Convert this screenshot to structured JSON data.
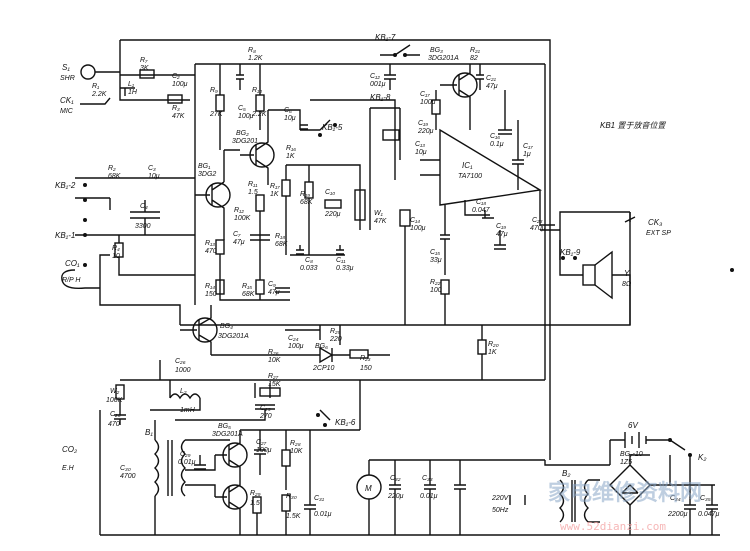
{
  "title": "KB1 置于放音位置",
  "inputs": {
    "s1": "S₁",
    "s1b": "SHR",
    "ck1": "CK₁",
    "ck1b": "MIC",
    "kb12": "KB₁-2",
    "kb11": "KB₁-1",
    "co1": "CO₁",
    "co1b": "R/P H",
    "co2": "CO₂",
    "co2b": "E.H"
  },
  "top_switch": "KB₁-7",
  "labels": {
    "r7": "R₇",
    "r7v": "3K",
    "r1": "R₁",
    "r1v": "2.2K",
    "l1": "L₁",
    "l1v": "1H",
    "c2": "C₂",
    "c2v": "100μ",
    "r3": "R₃",
    "r3v": "47K",
    "r2": "R₂",
    "r2v": "68K",
    "c3": "C₃",
    "c3v": "10μ",
    "c4": "C₄",
    "c4v": "3300",
    "r4": "R₄",
    "r4v": "10",
    "r8": "R₈",
    "r8v": "1.2K",
    "r9": "R₉",
    "r9v": "27K",
    "c5": "C₅",
    "c5v": "100μ",
    "r10": "R₁₀",
    "r10v": "2.2K",
    "bg1": "BG₁",
    "bg1v": "3DG2",
    "bg2": "BG₂",
    "bg2v": "3DG201",
    "c6": "C₆",
    "c6v": "10μ",
    "r11": "R₁₁",
    "r11v": "1.5",
    "r12": "R₁₂",
    "r12v": "100K",
    "r13": "R₁₃",
    "r13v": "470",
    "c7": "C₇",
    "c7v": "47μ",
    "r14": "R₁₄",
    "r14v": "150",
    "r15": "R₁₅",
    "r15v": "68K",
    "c9": "C₉",
    "c9v": "47μ",
    "kb15": "KB₁-5",
    "kb18": "KB₁-8",
    "r16": "R₁₆",
    "r16v": "1K",
    "r17": "R₁₇",
    "r17v": "1K",
    "r18": "R₁₈",
    "r18v": "68K",
    "r19": "R₁₉",
    "r19v": "68K",
    "c10": "C₁₀",
    "c10v": "220μ",
    "c8": "C₈",
    "c8v": "0.033",
    "c11": "C₁₁",
    "c11v": "0.33μ",
    "w1": "W₁",
    "w1v": "47K",
    "c12": "C₁₂",
    "c12v": "001μ",
    "bg3": "BG₃",
    "bg3v": "3DG201A",
    "r21": "R₂₁",
    "r21v": "82",
    "c17": "C₁₇",
    "c17v": "100μ",
    "c19": "C₁₉",
    "c19v": "220μ",
    "c21": "C₂₁",
    "c21v": "47μ",
    "c16": "C₁₆",
    "c16v": "0.1μ",
    "c7b": "C₁₇",
    "c7bv": "1μ",
    "c13": "C₁₃",
    "c13v": "10μ",
    "ic1": "IC₁",
    "ic1v": "TA7100",
    "c14": "C₁₄",
    "c14v": "100μ",
    "c18": "C₁₈",
    "c18v": "0.047",
    "c19b": "C₁₉",
    "c19bv": "47μ",
    "c15": "C₁₅",
    "c15v": "33μ",
    "r22": "R₂₂",
    "r22v": "100",
    "c23": "C₂₃",
    "c23v": "470μ",
    "kb19": "KB₁-9",
    "ck3": "CK₃",
    "ck3b": "EXT SP",
    "y": "Y",
    "yv": "8Ω",
    "bg4": "BG₄",
    "bg4v": "3DG201A",
    "c24": "C₂₄",
    "c24v": "100μ",
    "r25": "R₂₅",
    "r25v": "220",
    "r20": "R₂₀",
    "r20v": "1K",
    "c26": "C₂₆",
    "c26v": "1000",
    "r26": "R₂₆",
    "r26v": "10K",
    "bg6": "BG₆",
    "bg6v": "2CP10",
    "r23": "R₂₃",
    "r23v": "150",
    "w2": "W₂",
    "w2v": "100K",
    "c28": "C₂₈",
    "c28v": "470",
    "r27": "R₂₇",
    "r27v": "15K",
    "c25": "C₂₅",
    "c25v": "270",
    "l2": "L₂",
    "l2v": "1mH",
    "b1": "B₁",
    "kb16": "KB₁-6",
    "bg5": "BG₅",
    "bg5v": "3DG201A",
    "c27": "C₂₇",
    "c27v": "100μ",
    "c29": "C₂₉",
    "c29v": "0.01μ",
    "r28": "R₂₈",
    "r28v": "10K",
    "c30": "C₃₀",
    "c30v": "4700",
    "r29": "R₂₉",
    "r29v": "1.5",
    "r30": "R₃₀",
    "r30v": "1.5K",
    "c31": "C₃₁",
    "c31v": "0.01μ",
    "m": "M",
    "c32": "C₃₂",
    "c32v": "220μ",
    "c33": "C₃₃",
    "c33v": "0.01μ",
    "ac": "220V",
    "acv": "50Hz",
    "b2": "B₂",
    "bat": "6V",
    "k2": "K₂",
    "bg7": "BG₇-10",
    "bg7v": "1Z5",
    "c34": "C₃₄",
    "c34v": "2200μ",
    "c35": "C₃₅",
    "c35v": "0.047μ"
  },
  "watermark": "家电维修资料网",
  "watermark_url": "www.52dianzi.com"
}
